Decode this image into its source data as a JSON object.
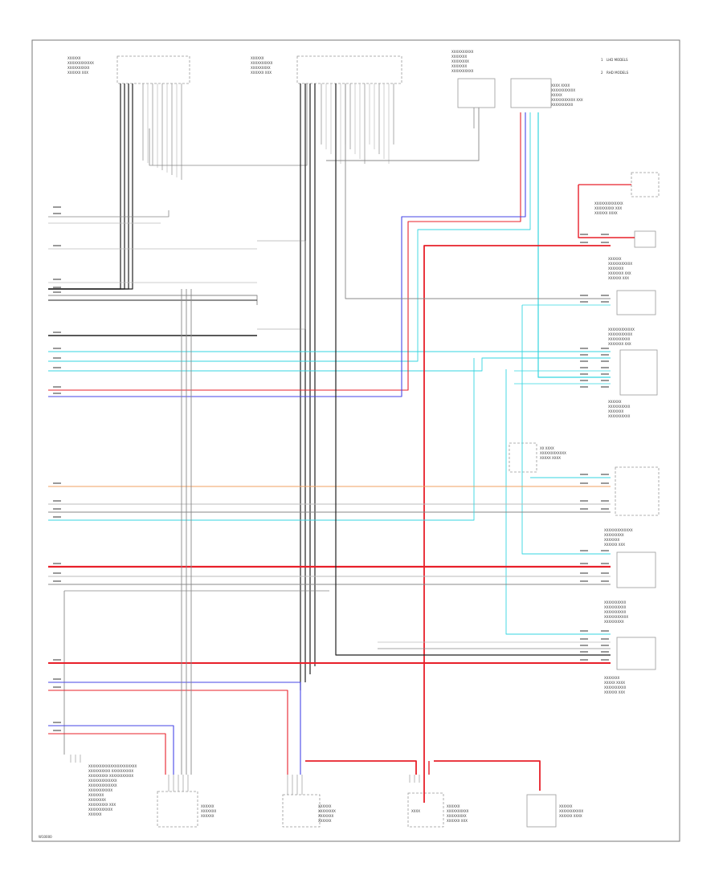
{
  "diagram": {
    "footer_code": "W10000",
    "legend": [
      {
        "code": "1",
        "text": "LHD MODELS"
      },
      {
        "code": "2",
        "text": "RHD MODELS"
      }
    ],
    "wire_colors": {
      "RED": "#e8202a",
      "BLU": "#4646e6",
      "LT BLU": "#35d6e0",
      "ORN": "#f0a060",
      "BLK": "#222222",
      "WHT": "#bbbbbb",
      "GRY": "#888888",
      "GRN": "#999999"
    }
  }
}
